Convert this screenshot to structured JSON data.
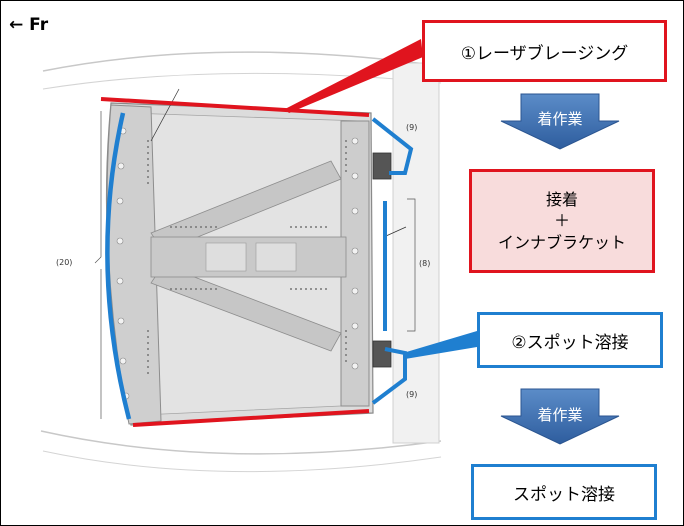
{
  "direction_label": "← Fr",
  "callouts": {
    "laser_brazing": "①レーザブレージング",
    "bonding_line1": "接着",
    "bonding_line2": "＋",
    "bonding_line3": "インナブラケット",
    "spot_welding_1": "②スポット溶接",
    "spot_welding_2": "スポット溶接"
  },
  "arrows": {
    "first": "着作業",
    "second": "着作業"
  },
  "dimension_labels": {
    "left": "(20)",
    "right_mid": "(8)",
    "right_top": "(9)",
    "right_bottom": "(9)"
  },
  "colors": {
    "red_line": "#e0141e",
    "blue_line": "#1f7fd0",
    "arrow_fill": "#3d6fb2",
    "bond_box_bg": "#f8dcdc"
  }
}
